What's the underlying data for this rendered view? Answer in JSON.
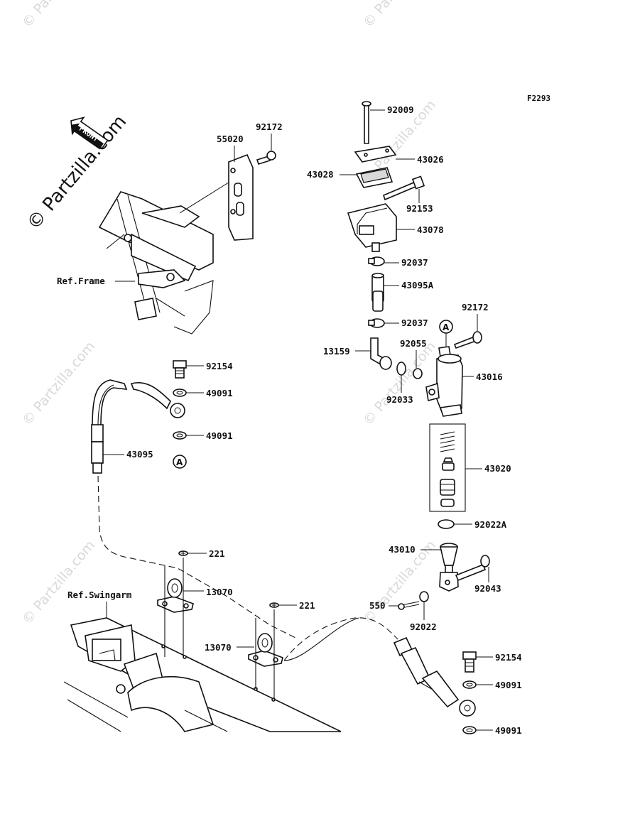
{
  "figure_code": "F2293",
  "copyright": "© Partzilla.com",
  "watermark": "© Partzilla.com",
  "front_arrow": "FRONT",
  "reference_labels": {
    "frame": "Ref.Frame",
    "swingarm": "Ref.Swingarm"
  },
  "callout_marker": "A",
  "part_numbers": {
    "p92009": "92009",
    "p43026": "43026",
    "p43028": "43028",
    "p92153": "92153",
    "p43078": "43078",
    "p92037a": "92037",
    "p43095A": "43095A",
    "p92037b": "92037",
    "p92172a": "92172",
    "p92172b": "92172",
    "p55020": "55020",
    "p13159": "13159",
    "p92055": "92055",
    "p43016": "43016",
    "p92033": "92033",
    "p92154a": "92154",
    "p49091a": "49091",
    "p49091b": "49091",
    "p43095": "43095",
    "p43020": "43020",
    "p92022A": "92022A",
    "p43010": "43010",
    "p92043": "92043",
    "p221a": "221",
    "p13070a": "13070",
    "p221b": "221",
    "p13070b": "13070",
    "p550": "550",
    "p92022": "92022",
    "p92154b": "92154",
    "p49091c": "49091",
    "p49091d": "49091"
  }
}
